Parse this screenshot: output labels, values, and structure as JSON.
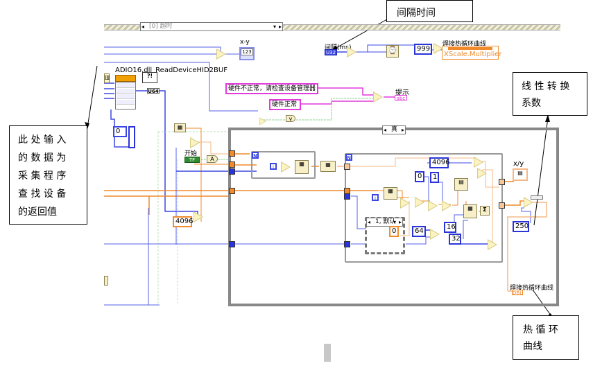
{
  "callouts": {
    "interval": "间隔时间",
    "linear_coef_line1": "线 性 转 换",
    "linear_coef_line2": "系数",
    "input_note_lines": [
      "此 处 输 入",
      "的 数 据 为",
      "采 集 程 序",
      "查 找 设 备",
      "的返回值"
    ],
    "curve_line1": "热 循 环",
    "curve_line2": "曲线"
  },
  "event_structure": {
    "case_label": "[0] 超时"
  },
  "case_structure": {
    "case_label": "真",
    "inner_case_label": "1, 默认"
  },
  "labels": {
    "xy_indicator": "x-y",
    "dll_call": "ADIO16.dll_ReadDeviceHID2BUF",
    "interval_control": "间隔(ms)",
    "interval_type": "U32",
    "graph_property_node": "焊接热循环曲线",
    "xscale_property": "XScale.Multiplier",
    "prompt_indicator": "提示",
    "prompt_type": "abc",
    "start_button": "开始",
    "start_value": "TF",
    "u64_convert": "U64",
    "xy_cluster_label": "x/y",
    "graph_terminal_label": "焊接热循环曲线",
    "graph_terminal_type": "DBL",
    "loop_count": "N",
    "loop_index": "i",
    "indicator_numeric": "123"
  },
  "constants": {
    "xscale": "999",
    "hw_error_msg": "硬件不正常，请检查设备管理器",
    "hw_ok_msg": "硬件正常",
    "array_index": "0",
    "threshold_4096_left": "4096",
    "threshold_4096_right": "4096",
    "zero_a": "0",
    "one": "1",
    "sixteen": "16",
    "thirtytwo": "32",
    "sixtyfour": "64",
    "inner_zero": "0",
    "linear_coef": "250"
  },
  "colors": {
    "int_wire": "#3b47e3",
    "dbl_wire": "#f08a2a",
    "string_wire": "#e23adc",
    "bool_wire": "#8fd18f",
    "primitive_fill": "#fbf3c2",
    "frame_gray": "#888888"
  }
}
